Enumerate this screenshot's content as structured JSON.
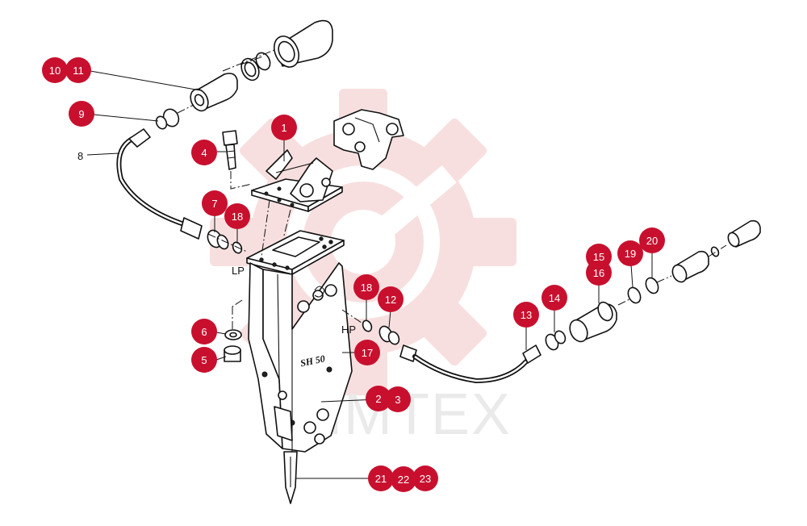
{
  "watermark": {
    "logo_icon": "gear-wrench-logo",
    "text": "HMTEX",
    "logo_color": "#f4c6c6",
    "text_color": "#d9d9d9"
  },
  "callout_color": "#c8102e",
  "callouts": {
    "c1": "1",
    "c2": "2",
    "c3": "3",
    "c4": "4",
    "c5": "5",
    "c6": "6",
    "c7": "7",
    "c9": "9",
    "c10": "10",
    "c11": "11",
    "c12": "12",
    "c13": "13",
    "c14": "14",
    "c15": "15",
    "c16": "16",
    "c17": "17",
    "c18a": "18",
    "c18b": "18",
    "c19": "19",
    "c20": "20",
    "c21": "21",
    "c22": "22",
    "c23": "23"
  },
  "labels": {
    "part8": "8",
    "lp": "LP",
    "hp": "HP",
    "body_marking": "SH 50"
  }
}
